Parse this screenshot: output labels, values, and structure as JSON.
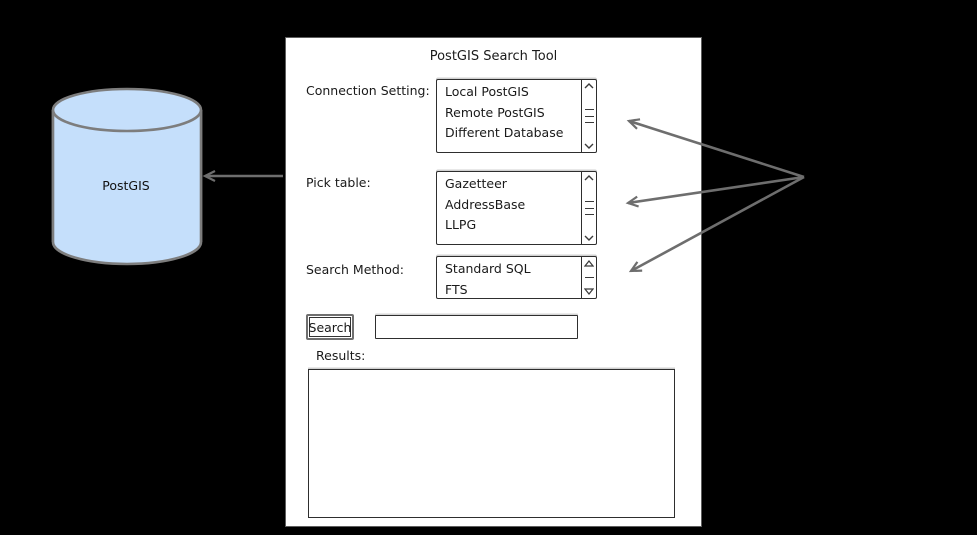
{
  "canvas": {
    "background_color": "#000000"
  },
  "database": {
    "label": "PostGIS",
    "fill_color": "#c5dffb",
    "stroke_color": "#7d7d7d"
  },
  "panel": {
    "title": "PostGIS Search Tool",
    "connection_setting": {
      "label": "Connection Setting:",
      "items": [
        "Local PostGIS",
        "Remote PostGIS",
        "Different Database"
      ]
    },
    "pick_table": {
      "label": "Pick table:",
      "items": [
        "Gazetteer",
        "AddressBase",
        "LLPG"
      ]
    },
    "search_method": {
      "label": "Search Method:",
      "items": [
        "Standard SQL",
        "FTS"
      ]
    },
    "search": {
      "button_label": "Search",
      "input_value": ""
    },
    "results": {
      "label": "Results:"
    }
  },
  "annotations": {
    "arrow_color": "#6e6e6e"
  }
}
